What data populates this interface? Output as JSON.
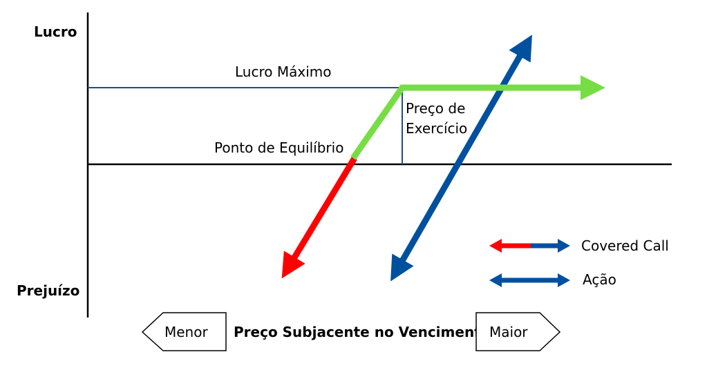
{
  "axes": {
    "y_top_label": "Lucro",
    "y_bottom_label": "Prejuízo",
    "x_label": "Preço Subjacente no Vencimento",
    "x_left_label": "Menor",
    "x_right_label": "Maior"
  },
  "annotations": {
    "max_profit": "Lucro Máximo",
    "strike_line1": "Preço de",
    "strike_line2": "Exercício",
    "breakeven": "Ponto de Equilíbrio"
  },
  "legend": {
    "covered_call": "Covered Call",
    "stock": "Ação"
  },
  "colors": {
    "loss": "#ff0000",
    "profit": "#77dd44",
    "stock": "#0050a0",
    "guide_line": "#1f4e79",
    "axis": "#000000"
  }
}
